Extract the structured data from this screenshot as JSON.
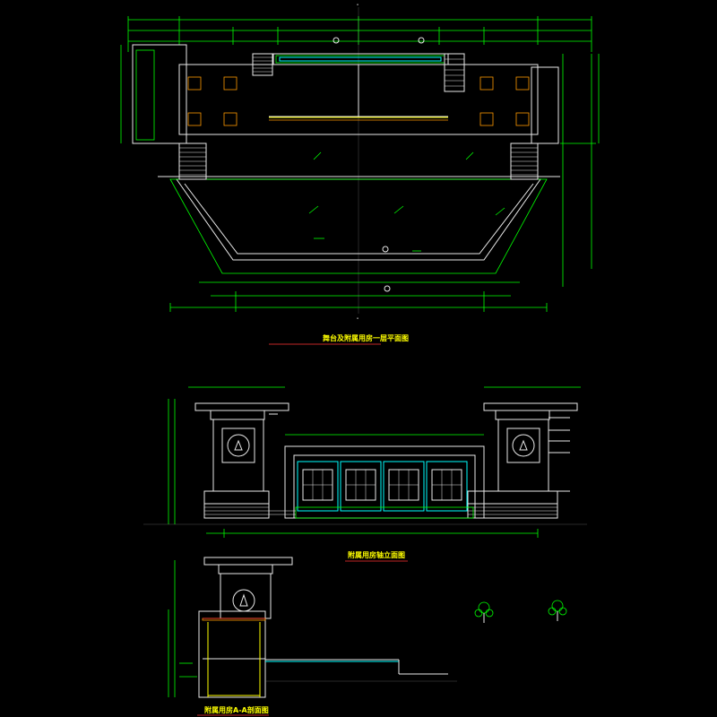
{
  "drawing": {
    "plan_title": "舞台及附属用房一层平面图",
    "elevation_title": "附属用房轴立面图",
    "section_title": "附属用房A-A剖面图",
    "axis_marks": [
      "A",
      "A"
    ]
  },
  "colors": {
    "background": "#000000",
    "dimension": "#00ff00",
    "outline": "#e8e8e8",
    "water": "#00ffff",
    "title": "#ffff00",
    "title_underline": "#ff3333"
  }
}
